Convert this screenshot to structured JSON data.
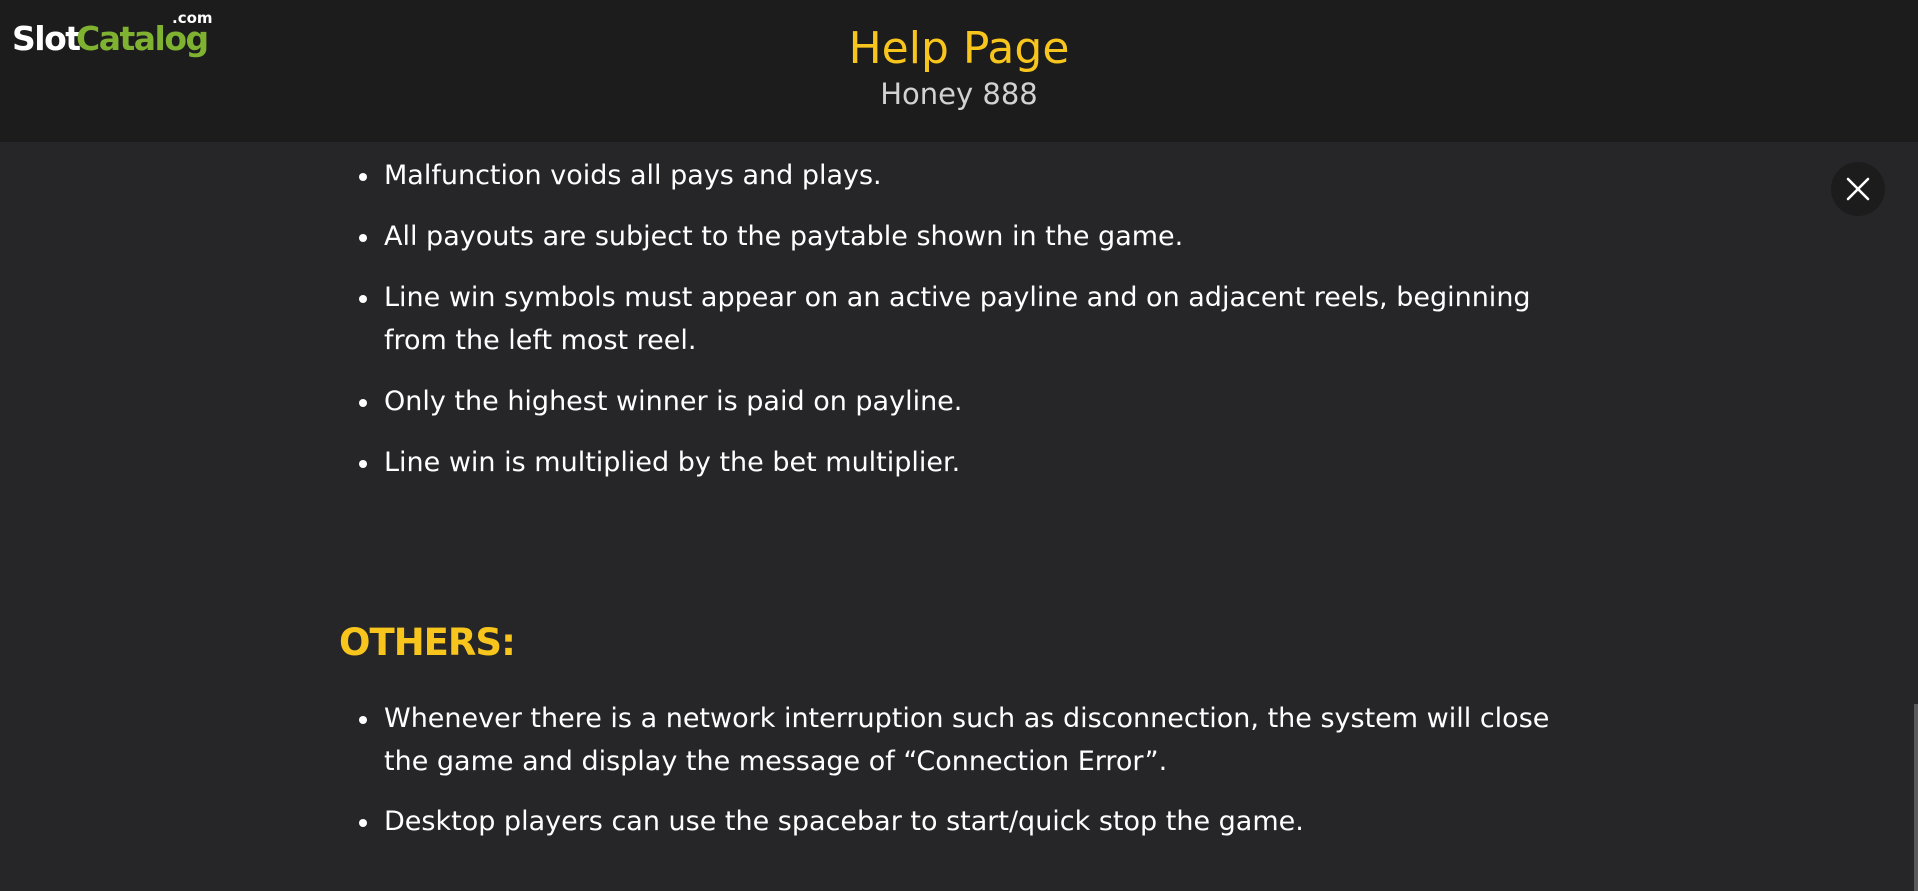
{
  "header": {
    "logo_slot": "Slot",
    "logo_catalog": "Catalog",
    "logo_com": ".com",
    "title": "Help Page",
    "subtitle": "Honey 888"
  },
  "rules_list": [
    "Malfunction voids all pays and plays.",
    "All payouts are subject to the paytable shown in the game.",
    "Line win symbols must appear on an active payline and on adjacent reels, beginning from the left most reel.",
    "Only the highest winner is paid on payline.",
    "Line win is multiplied by the bet multiplier."
  ],
  "others": {
    "heading": "OTHERS:",
    "items": [
      "Whenever there is a network interruption such as disconnection, the system will close the game and display the message of “Connection Error”.",
      "Desktop players can use the spacebar to start/quick stop the game."
    ]
  },
  "colors": {
    "accent": "#f8c51c",
    "header_bg": "#1c1c1d",
    "body_bg": "#262528",
    "logo_green": "#7fb231"
  },
  "icons": {
    "close": "close-icon"
  }
}
